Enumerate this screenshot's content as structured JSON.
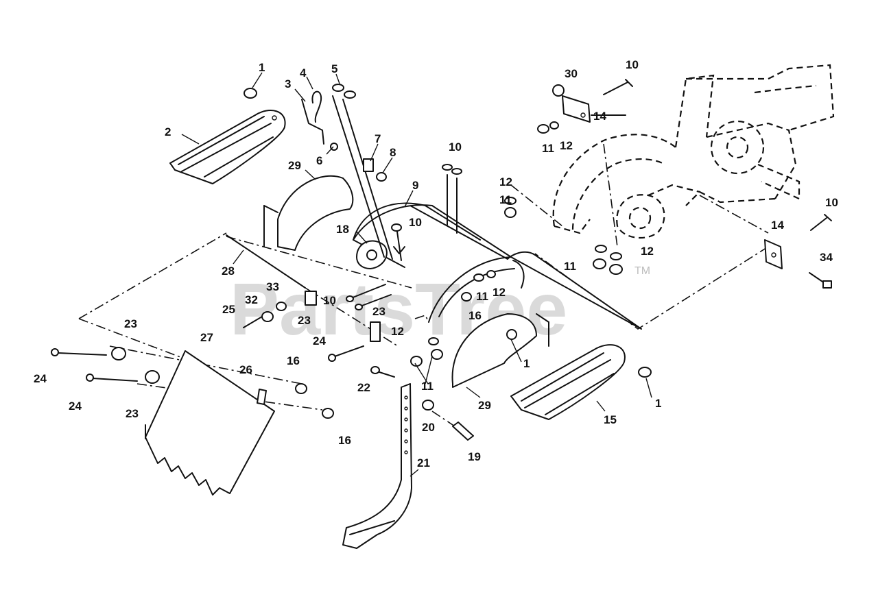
{
  "watermark": {
    "text": "PartsTree",
    "trademark": "TM"
  },
  "callouts": [
    {
      "id": "c1a",
      "text": "1"
    },
    {
      "id": "c2",
      "text": "2"
    },
    {
      "id": "c3",
      "text": "3"
    },
    {
      "id": "c4",
      "text": "4"
    },
    {
      "id": "c5",
      "text": "5"
    },
    {
      "id": "c6",
      "text": "6"
    },
    {
      "id": "c7",
      "text": "7"
    },
    {
      "id": "c8",
      "text": "8"
    },
    {
      "id": "c9",
      "text": "9"
    },
    {
      "id": "c10a",
      "text": "10"
    },
    {
      "id": "c10b",
      "text": "10"
    },
    {
      "id": "c10c",
      "text": "10"
    },
    {
      "id": "c10d",
      "text": "10"
    },
    {
      "id": "c10e",
      "text": "10"
    },
    {
      "id": "c11a",
      "text": "11"
    },
    {
      "id": "c11b",
      "text": "11"
    },
    {
      "id": "c11c",
      "text": "11"
    },
    {
      "id": "c11d",
      "text": "11"
    },
    {
      "id": "c11e",
      "text": "11"
    },
    {
      "id": "c12a",
      "text": "12"
    },
    {
      "id": "c12b",
      "text": "12"
    },
    {
      "id": "c12c",
      "text": "12"
    },
    {
      "id": "c12d",
      "text": "12"
    },
    {
      "id": "c12e",
      "text": "12"
    },
    {
      "id": "c14a",
      "text": "14"
    },
    {
      "id": "c14b",
      "text": "14"
    },
    {
      "id": "c15",
      "text": "15"
    },
    {
      "id": "c16a",
      "text": "16"
    },
    {
      "id": "c16b",
      "text": "16"
    },
    {
      "id": "c16c",
      "text": "16"
    },
    {
      "id": "c18",
      "text": "18"
    },
    {
      "id": "c19",
      "text": "19"
    },
    {
      "id": "c20",
      "text": "20"
    },
    {
      "id": "c21",
      "text": "21"
    },
    {
      "id": "c22",
      "text": "22"
    },
    {
      "id": "c23a",
      "text": "23"
    },
    {
      "id": "c23b",
      "text": "23"
    },
    {
      "id": "c23c",
      "text": "23"
    },
    {
      "id": "c23d",
      "text": "23"
    },
    {
      "id": "c24a",
      "text": "24"
    },
    {
      "id": "c24b",
      "text": "24"
    },
    {
      "id": "c24c",
      "text": "24"
    },
    {
      "id": "c25",
      "text": "25"
    },
    {
      "id": "c26",
      "text": "26"
    },
    {
      "id": "c27",
      "text": "27"
    },
    {
      "id": "c28",
      "text": "28"
    },
    {
      "id": "c29a",
      "text": "29"
    },
    {
      "id": "c29b",
      "text": "29"
    },
    {
      "id": "c30",
      "text": "30"
    },
    {
      "id": "c32",
      "text": "32"
    },
    {
      "id": "c33",
      "text": "33"
    },
    {
      "id": "c34",
      "text": "34"
    },
    {
      "id": "c1b",
      "text": "1"
    },
    {
      "id": "c1c",
      "text": "1"
    }
  ]
}
